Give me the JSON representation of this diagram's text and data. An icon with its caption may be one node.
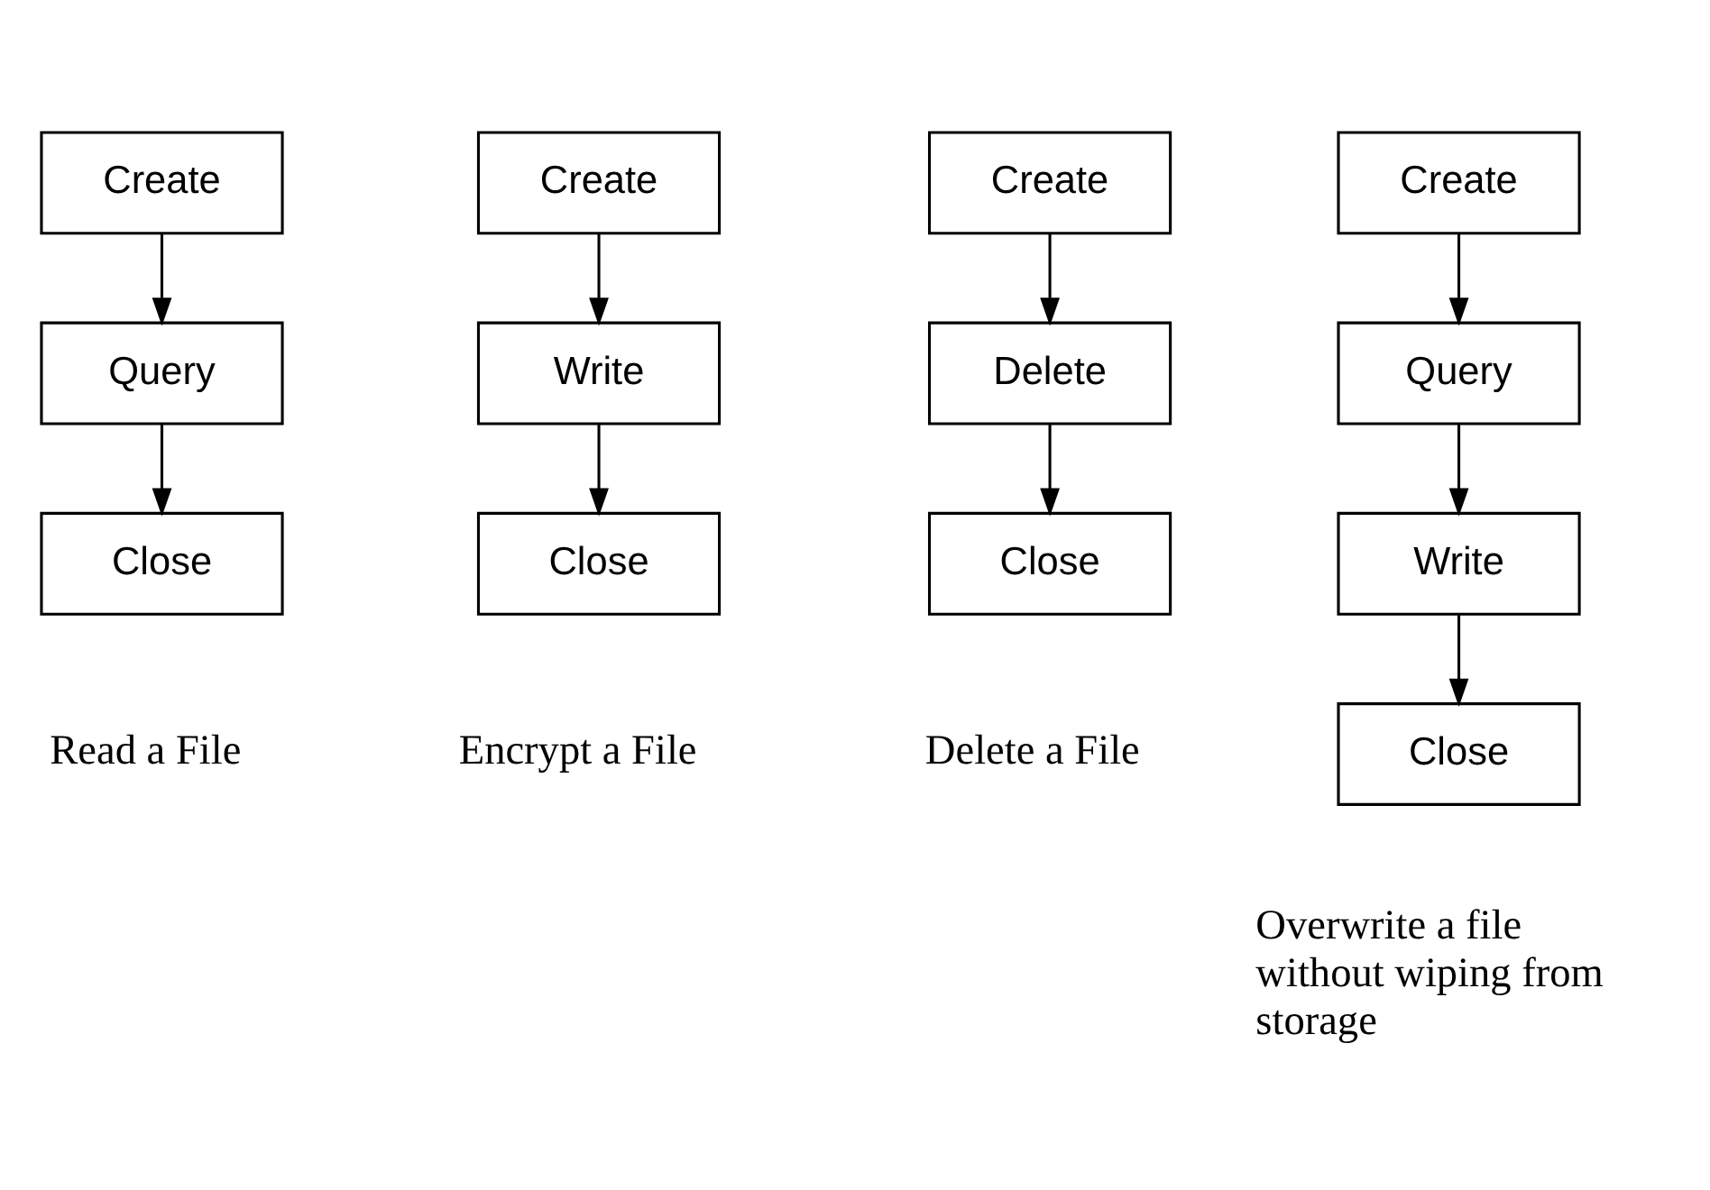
{
  "diagram": {
    "nodes": [
      {
        "text": [
          "Create"
        ]
      },
      {
        "text": [
          "Query"
        ]
      },
      {
        "text": [
          "Close"
        ]
      },
      {
        "text": [
          "Create"
        ]
      },
      {
        "text": [
          "Write"
        ]
      },
      {
        "text": [
          "Close"
        ]
      },
      {
        "text": [
          "Create"
        ]
      },
      {
        "text": [
          "Delete"
        ]
      },
      {
        "text": [
          "Close"
        ]
      },
      {
        "text": [
          "Create"
        ]
      },
      {
        "text": [
          "Query"
        ]
      },
      {
        "text": [
          "Write"
        ]
      },
      {
        "text": [
          "Close"
        ]
      }
    ],
    "edges": [
      {
        "from": 0,
        "to": 1,
        "arrow": "to"
      },
      {
        "from": 1,
        "to": 2,
        "arrow": "to"
      },
      {
        "from": 3,
        "to": 4,
        "arrow": "to"
      },
      {
        "from": 4,
        "to": 5,
        "arrow": "to"
      },
      {
        "from": 6,
        "to": 7,
        "arrow": "to"
      },
      {
        "from": 7,
        "to": 8,
        "arrow": "to"
      },
      {
        "from": 9,
        "to": 10,
        "arrow": "to"
      },
      {
        "from": 10,
        "to": 11,
        "arrow": "to"
      },
      {
        "from": 11,
        "to": 12,
        "arrow": "to"
      }
    ],
    "labels": [
      "Read a File",
      "Encrypt a File",
      "Delete a File",
      "Overwrite a file without wiping from storage"
    ]
  }
}
